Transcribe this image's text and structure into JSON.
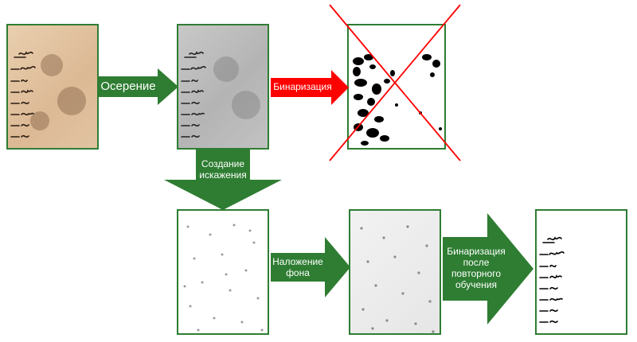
{
  "steps": {
    "graying": "Осерение",
    "binarize_direct": "Бинаризация",
    "distortion": "Создание\nискажения",
    "background": "Наложение\nфона",
    "binarize_after": "Бинаризация\nпосле\nповторного\nобучения"
  },
  "colors": {
    "arrow_green": "#2e7d32",
    "arrow_red": "#ff0000",
    "cross_red": "#ff0000",
    "parchment": "#e6c9a8",
    "ink": "#1a1a1a"
  },
  "icons": {
    "failure_mark": "red-cross-icon"
  }
}
